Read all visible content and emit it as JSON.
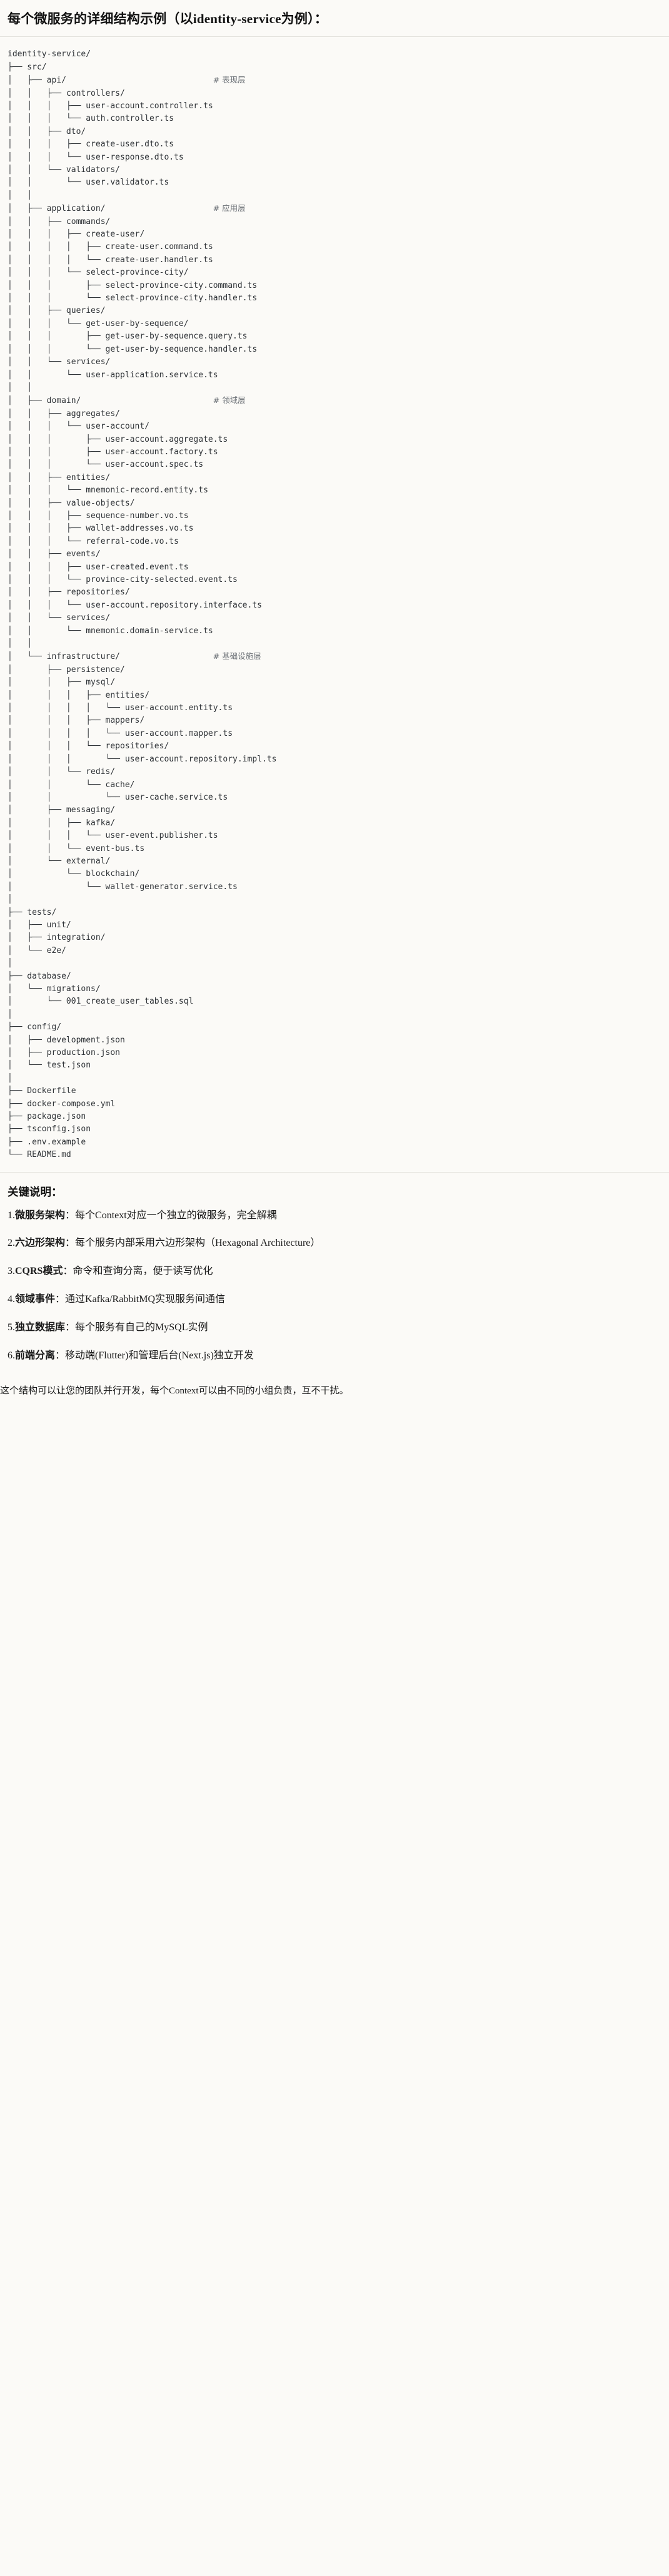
{
  "header": {
    "title": "每个微服务的详细结构示例（以identity-service为例）："
  },
  "tree": {
    "root": "identity-service/",
    "lines": [
      {
        "text": "identity-service/",
        "comment": ""
      },
      {
        "text": "├── src/",
        "comment": ""
      },
      {
        "text": "│   ├── api/",
        "comment": "# 表现层"
      },
      {
        "text": "│   │   ├── controllers/",
        "comment": ""
      },
      {
        "text": "│   │   │   ├── user-account.controller.ts",
        "comment": ""
      },
      {
        "text": "│   │   │   └── auth.controller.ts",
        "comment": ""
      },
      {
        "text": "│   │   ├── dto/",
        "comment": ""
      },
      {
        "text": "│   │   │   ├── create-user.dto.ts",
        "comment": ""
      },
      {
        "text": "│   │   │   └── user-response.dto.ts",
        "comment": ""
      },
      {
        "text": "│   │   └── validators/",
        "comment": ""
      },
      {
        "text": "│   │       └── user.validator.ts",
        "comment": ""
      },
      {
        "text": "│   │",
        "comment": ""
      },
      {
        "text": "│   ├── application/",
        "comment": "# 应用层"
      },
      {
        "text": "│   │   ├── commands/",
        "comment": ""
      },
      {
        "text": "│   │   │   ├── create-user/",
        "comment": ""
      },
      {
        "text": "│   │   │   │   ├── create-user.command.ts",
        "comment": ""
      },
      {
        "text": "│   │   │   │   └── create-user.handler.ts",
        "comment": ""
      },
      {
        "text": "│   │   │   └── select-province-city/",
        "comment": ""
      },
      {
        "text": "│   │   │       ├── select-province-city.command.ts",
        "comment": ""
      },
      {
        "text": "│   │   │       └── select-province-city.handler.ts",
        "comment": ""
      },
      {
        "text": "│   │   ├── queries/",
        "comment": ""
      },
      {
        "text": "│   │   │   └── get-user-by-sequence/",
        "comment": ""
      },
      {
        "text": "│   │   │       ├── get-user-by-sequence.query.ts",
        "comment": ""
      },
      {
        "text": "│   │   │       └── get-user-by-sequence.handler.ts",
        "comment": ""
      },
      {
        "text": "│   │   └── services/",
        "comment": ""
      },
      {
        "text": "│   │       └── user-application.service.ts",
        "comment": ""
      },
      {
        "text": "│   │",
        "comment": ""
      },
      {
        "text": "│   ├── domain/",
        "comment": "# 领域层"
      },
      {
        "text": "│   │   ├── aggregates/",
        "comment": ""
      },
      {
        "text": "│   │   │   └── user-account/",
        "comment": ""
      },
      {
        "text": "│   │   │       ├── user-account.aggregate.ts",
        "comment": ""
      },
      {
        "text": "│   │   │       ├── user-account.factory.ts",
        "comment": ""
      },
      {
        "text": "│   │   │       └── user-account.spec.ts",
        "comment": ""
      },
      {
        "text": "│   │   ├── entities/",
        "comment": ""
      },
      {
        "text": "│   │   │   └── mnemonic-record.entity.ts",
        "comment": ""
      },
      {
        "text": "│   │   ├── value-objects/",
        "comment": ""
      },
      {
        "text": "│   │   │   ├── sequence-number.vo.ts",
        "comment": ""
      },
      {
        "text": "│   │   │   ├── wallet-addresses.vo.ts",
        "comment": ""
      },
      {
        "text": "│   │   │   └── referral-code.vo.ts",
        "comment": ""
      },
      {
        "text": "│   │   ├── events/",
        "comment": ""
      },
      {
        "text": "│   │   │   ├── user-created.event.ts",
        "comment": ""
      },
      {
        "text": "│   │   │   └── province-city-selected.event.ts",
        "comment": ""
      },
      {
        "text": "│   │   ├── repositories/",
        "comment": ""
      },
      {
        "text": "│   │   │   └── user-account.repository.interface.ts",
        "comment": ""
      },
      {
        "text": "│   │   └── services/",
        "comment": ""
      },
      {
        "text": "│   │       └── mnemonic.domain-service.ts",
        "comment": ""
      },
      {
        "text": "│   │",
        "comment": ""
      },
      {
        "text": "│   └── infrastructure/",
        "comment": "# 基础设施层"
      },
      {
        "text": "│       ├── persistence/",
        "comment": ""
      },
      {
        "text": "│       │   ├── mysql/",
        "comment": ""
      },
      {
        "text": "│       │   │   ├── entities/",
        "comment": ""
      },
      {
        "text": "│       │   │   │   └── user-account.entity.ts",
        "comment": ""
      },
      {
        "text": "│       │   │   ├── mappers/",
        "comment": ""
      },
      {
        "text": "│       │   │   │   └── user-account.mapper.ts",
        "comment": ""
      },
      {
        "text": "│       │   │   └── repositories/",
        "comment": ""
      },
      {
        "text": "│       │   │       └── user-account.repository.impl.ts",
        "comment": ""
      },
      {
        "text": "│       │   └── redis/",
        "comment": ""
      },
      {
        "text": "│       │       └── cache/",
        "comment": ""
      },
      {
        "text": "│       │           └── user-cache.service.ts",
        "comment": ""
      },
      {
        "text": "│       ├── messaging/",
        "comment": ""
      },
      {
        "text": "│       │   ├── kafka/",
        "comment": ""
      },
      {
        "text": "│       │   │   └── user-event.publisher.ts",
        "comment": ""
      },
      {
        "text": "│       │   └── event-bus.ts",
        "comment": ""
      },
      {
        "text": "│       └── external/",
        "comment": ""
      },
      {
        "text": "│           └── blockchain/",
        "comment": ""
      },
      {
        "text": "│               └── wallet-generator.service.ts",
        "comment": ""
      },
      {
        "text": "│",
        "comment": ""
      },
      {
        "text": "├── tests/",
        "comment": ""
      },
      {
        "text": "│   ├── unit/",
        "comment": ""
      },
      {
        "text": "│   ├── integration/",
        "comment": ""
      },
      {
        "text": "│   └── e2e/",
        "comment": ""
      },
      {
        "text": "│",
        "comment": ""
      },
      {
        "text": "├── database/",
        "comment": ""
      },
      {
        "text": "│   └── migrations/",
        "comment": ""
      },
      {
        "text": "│       └── 001_create_user_tables.sql",
        "comment": ""
      },
      {
        "text": "│",
        "comment": ""
      },
      {
        "text": "├── config/",
        "comment": ""
      },
      {
        "text": "│   ├── development.json",
        "comment": ""
      },
      {
        "text": "│   ├── production.json",
        "comment": ""
      },
      {
        "text": "│   └── test.json",
        "comment": ""
      },
      {
        "text": "│",
        "comment": ""
      },
      {
        "text": "├── Dockerfile",
        "comment": ""
      },
      {
        "text": "├── docker-compose.yml",
        "comment": ""
      },
      {
        "text": "├── package.json",
        "comment": ""
      },
      {
        "text": "├── tsconfig.json",
        "comment": ""
      },
      {
        "text": "├── .env.example",
        "comment": ""
      },
      {
        "text": "└── README.md",
        "comment": ""
      }
    ]
  },
  "notes": {
    "title": "关键说明：",
    "items": [
      {
        "num": "1.",
        "term": "微服务架构",
        "text": "：每个Context对应一个独立的微服务，完全解耦"
      },
      {
        "num": "2.",
        "term": "六边形架构",
        "text": "：每个服务内部采用六边形架构（Hexagonal Architecture）"
      },
      {
        "num": "3.",
        "term": "CQRS模式",
        "text": "：命令和查询分离，便于读写优化"
      },
      {
        "num": "4.",
        "term": "领域事件",
        "text": "：通过Kafka/RabbitMQ实现服务间通信"
      },
      {
        "num": "5.",
        "term": "独立数据库",
        "text": "：每个服务有自己的MySQL实例"
      },
      {
        "num": "6.",
        "term": "前端分离",
        "text": "：移动端(Flutter)和管理后台(Next.js)独立开发"
      }
    ],
    "closing": "这个结构可以让您的团队并行开发，每个Context可以由不同的小组负责，互不干扰。"
  }
}
